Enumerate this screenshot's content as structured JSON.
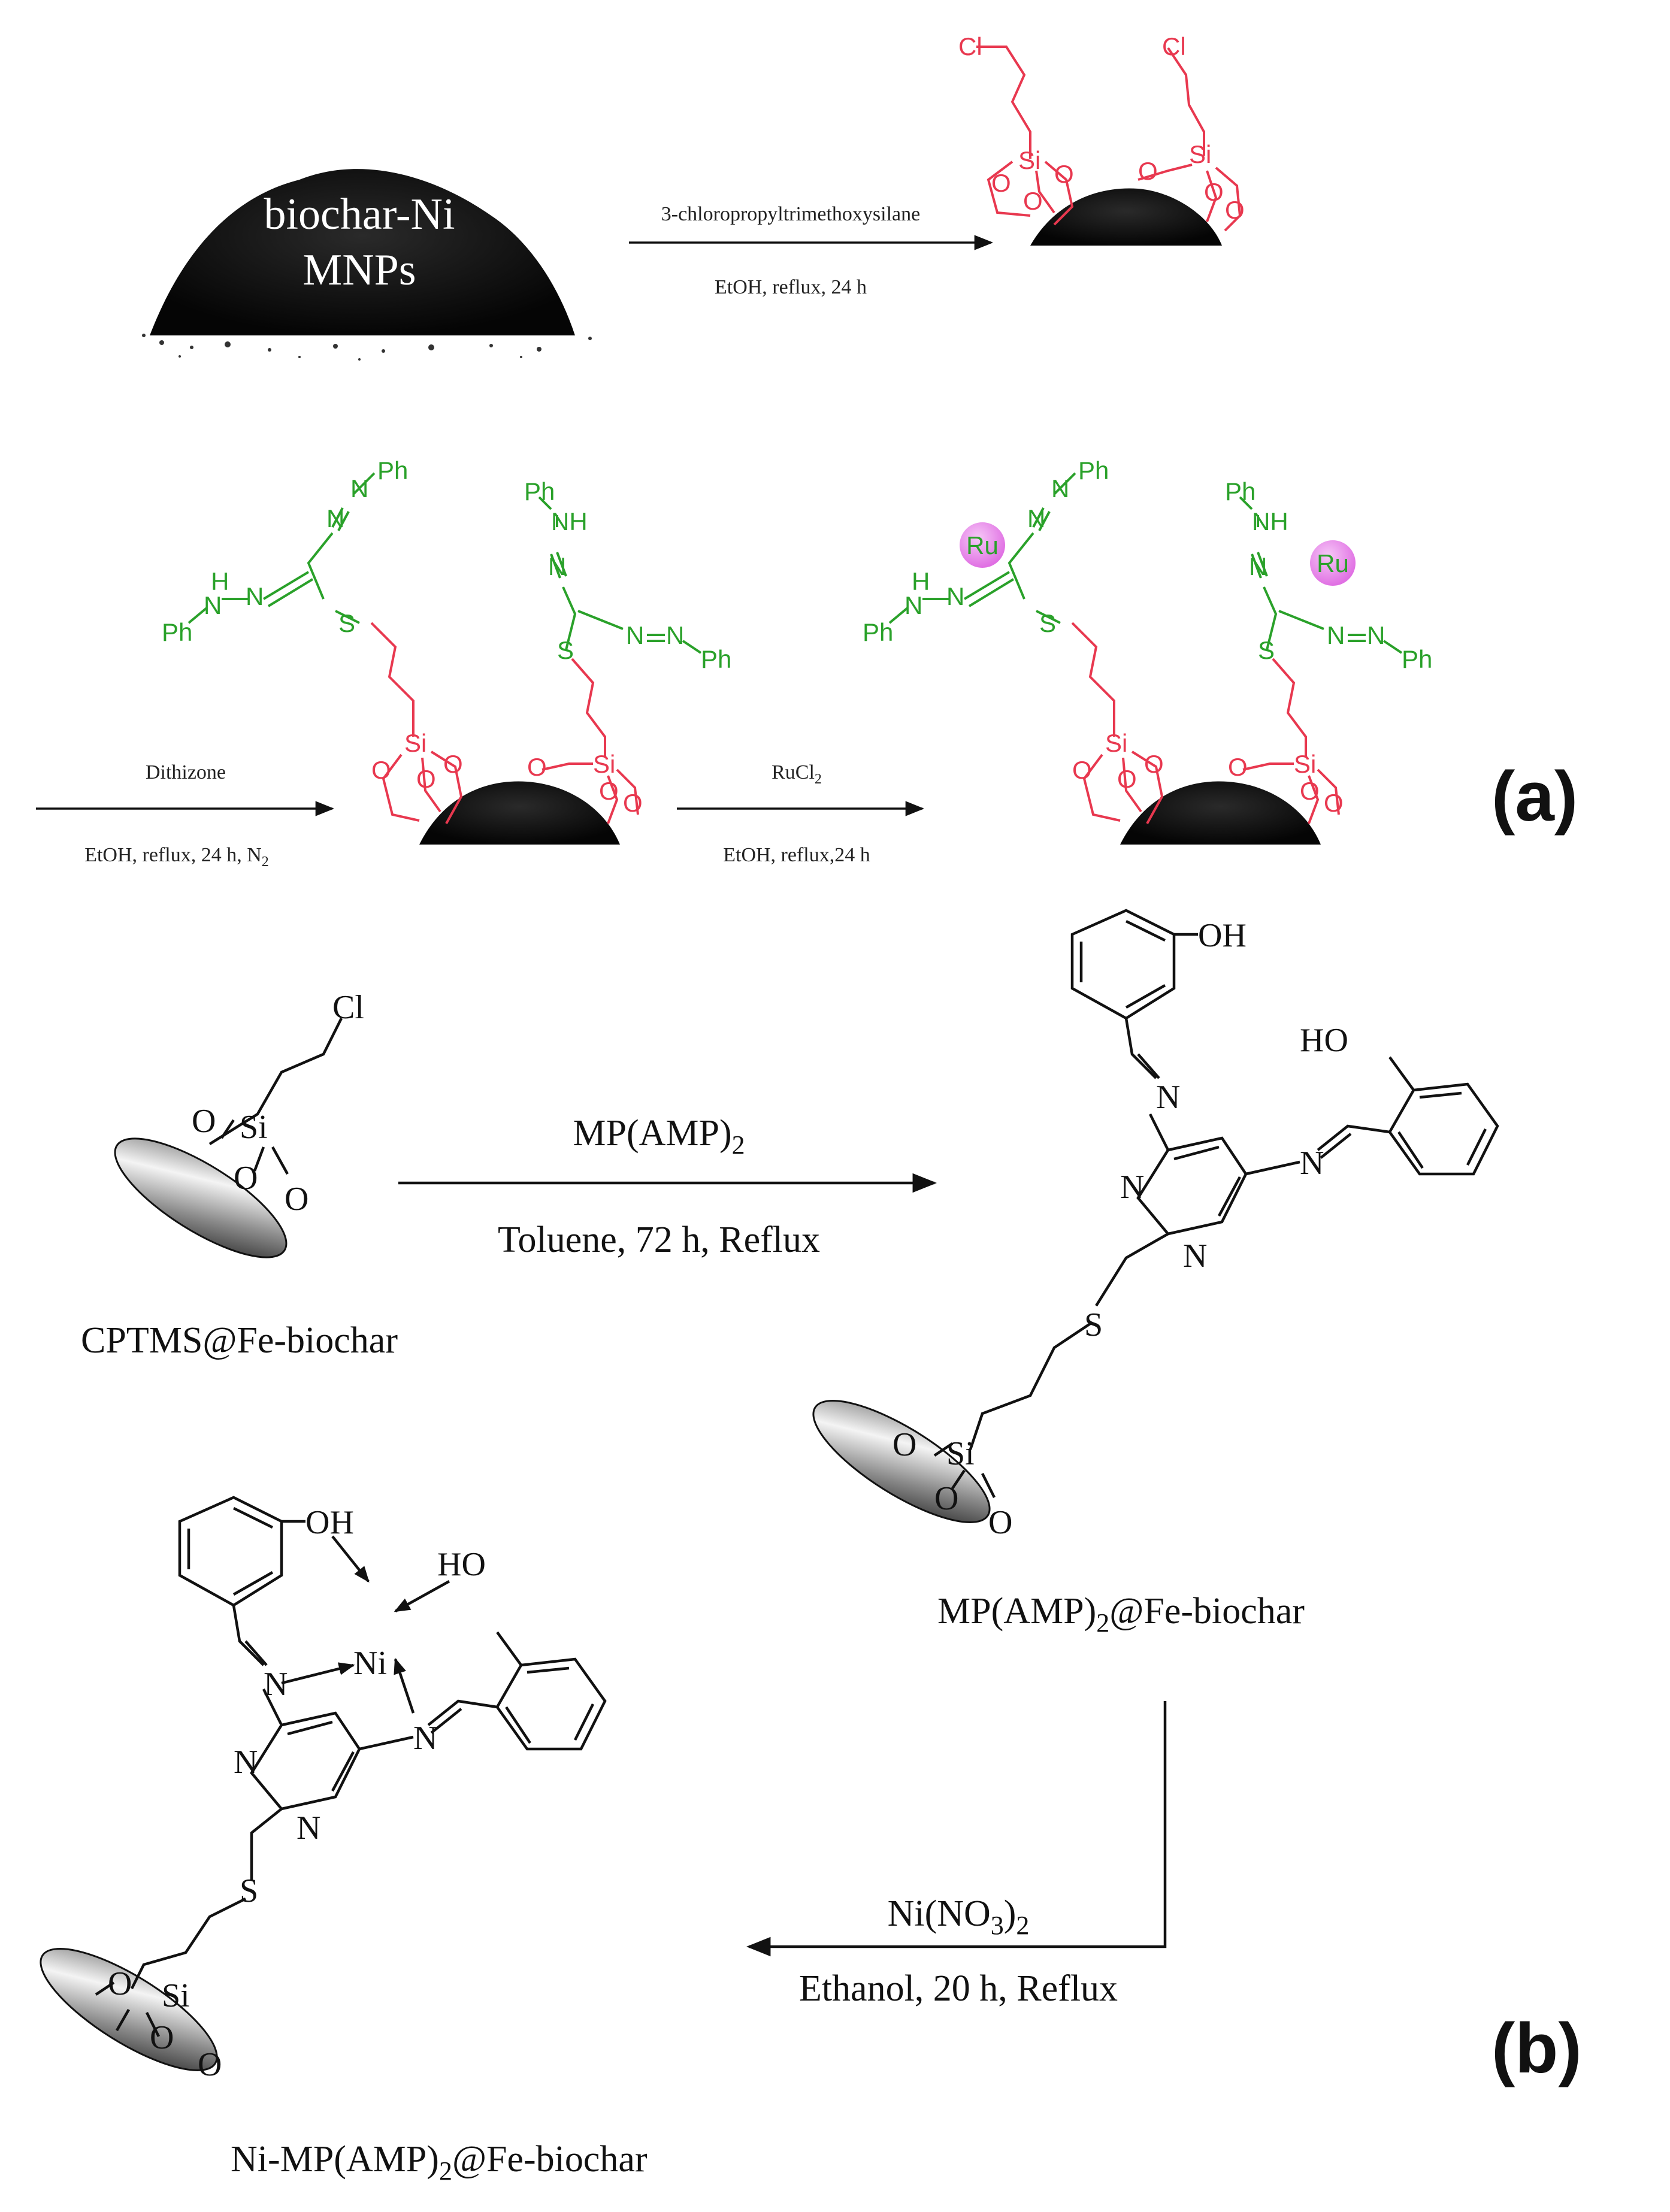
{
  "panel_labels": {
    "a": "(a)",
    "b": "(b)"
  },
  "scheme_a": {
    "start_material": {
      "line1": "biochar-Ni",
      "line2": "MNPs"
    },
    "step1": {
      "reagent": "3-chloropropyltrimethoxysilane",
      "conditions": "EtOH, reflux, 24 h"
    },
    "step2": {
      "reagent": "Dithizone",
      "conditions": "EtOH, reflux, 24 h, N",
      "conditions_sub": "2"
    },
    "step3": {
      "reagent": "RuCl",
      "reagent_sub": "2",
      "conditions": "EtOH, reflux,24 h"
    },
    "atoms": {
      "cl": "Cl",
      "si": "Si",
      "o": "O",
      "s": "S",
      "n": "N",
      "h": "H",
      "nh": "NH",
      "ph": "Ph",
      "ru": "Ru"
    }
  },
  "scheme_b": {
    "start_label": "CPTMS@Fe-biochar",
    "step1": {
      "reagent": "MP(AMP)",
      "reagent_sub": "2",
      "conditions": "Toluene, 72 h, Reflux"
    },
    "intermediate_label": {
      "pre": "MP(AMP)",
      "sub": "2",
      "post": "@Fe-biochar"
    },
    "step2": {
      "reagent_pre": "Ni(NO",
      "reagent_sub1": "3",
      "reagent_mid": ")",
      "reagent_sub2": "2",
      "conditions": "Ethanol, 20 h, Reflux"
    },
    "product_label": {
      "pre": "Ni-MP(AMP)",
      "sub": "2",
      "post": "@Fe-biochar"
    },
    "atoms": {
      "cl": "Cl",
      "si": "Si",
      "o": "O",
      "s": "S",
      "n": "N",
      "oh": "OH",
      "ho": "HO",
      "ni": "Ni"
    }
  },
  "colors": {
    "linker": "#e8384f",
    "ligand": "#2aa12a",
    "ru_sphere": "#e58be8",
    "text": "#111111"
  }
}
